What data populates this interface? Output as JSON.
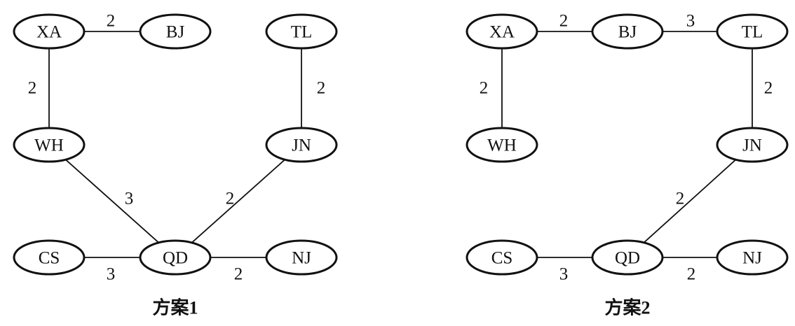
{
  "diagrams": [
    {
      "caption": "方案1",
      "nodes": [
        "XA",
        "BJ",
        "TL",
        "WH",
        "JN",
        "CS",
        "QD",
        "NJ"
      ],
      "edges": [
        {
          "from": "XA",
          "to": "BJ",
          "weight": "2"
        },
        {
          "from": "XA",
          "to": "WH",
          "weight": "2"
        },
        {
          "from": "TL",
          "to": "JN",
          "weight": "2"
        },
        {
          "from": "WH",
          "to": "QD",
          "weight": "3"
        },
        {
          "from": "JN",
          "to": "QD",
          "weight": "2"
        },
        {
          "from": "CS",
          "to": "QD",
          "weight": "3"
        },
        {
          "from": "QD",
          "to": "NJ",
          "weight": "2"
        }
      ]
    },
    {
      "caption": "方案2",
      "nodes": [
        "XA",
        "BJ",
        "TL",
        "WH",
        "JN",
        "CS",
        "QD",
        "NJ"
      ],
      "edges": [
        {
          "from": "XA",
          "to": "BJ",
          "weight": "2"
        },
        {
          "from": "BJ",
          "to": "TL",
          "weight": "3"
        },
        {
          "from": "XA",
          "to": "WH",
          "weight": "2"
        },
        {
          "from": "TL",
          "to": "JN",
          "weight": "2"
        },
        {
          "from": "JN",
          "to": "QD",
          "weight": "2"
        },
        {
          "from": "CS",
          "to": "QD",
          "weight": "3"
        },
        {
          "from": "QD",
          "to": "NJ",
          "weight": "2"
        }
      ]
    }
  ]
}
